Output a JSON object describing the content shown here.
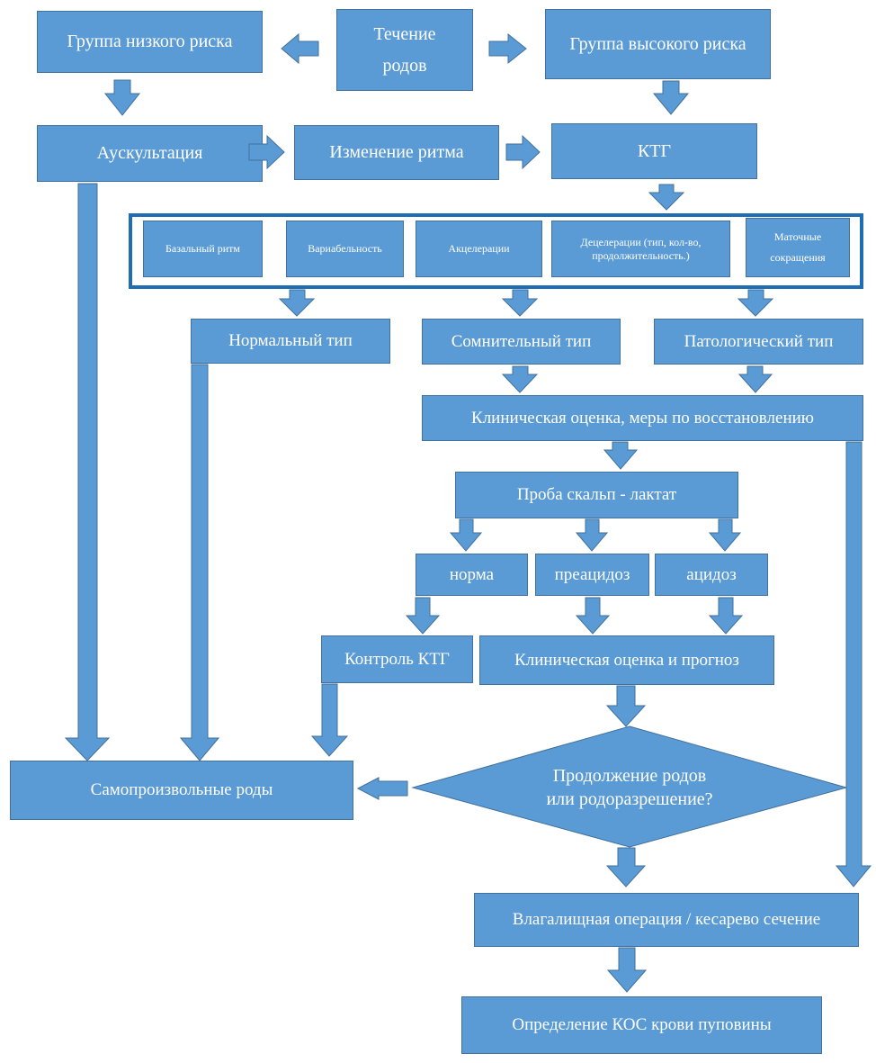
{
  "nodes": {
    "labor_course": {
      "line1": "Течение",
      "line2": "родов"
    },
    "low_risk": "Группа низкого риска",
    "high_risk": "Группа высокого риска",
    "auscultation": "Аускультация",
    "rhythm_change": "Изменение ритма",
    "ctg": "КТГ",
    "ctg_params": {
      "basal_rhythm": "Базальный ритм",
      "variability": "Вариабельность",
      "accelerations": "Акцелерации",
      "decelerations": {
        "line1": "Децелерации (тип, кол-во,",
        "line2": "продолжительность.)"
      },
      "uterine_contractions": {
        "line1": "Маточные",
        "line2": "сокращения"
      }
    },
    "normal_type": "Нормальный тип",
    "suspicious_type": "Сомнительный тип",
    "pathological_type": "Патологический тип",
    "clinical_assessment_recovery": "Клиническая оценка, меры по восстановлению",
    "scalp_lactate": "Проба скальп - лактат",
    "norm": "норма",
    "preacidosis": "преацидоз",
    "acidosis": "ацидоз",
    "ctg_control": "Контроль КТГ",
    "clinical_assessment_prognosis": "Клиническая оценка и прогноз",
    "spontaneous_delivery": "Самопроизвольные роды",
    "decision": {
      "line1": "Продолжение родов",
      "line2": "или родоразрешение?"
    },
    "vaginal_or_cesarean": "Влагалищная операция / кесарево сечение",
    "cord_blood_abg": "Определение КОС крови пуповины"
  }
}
